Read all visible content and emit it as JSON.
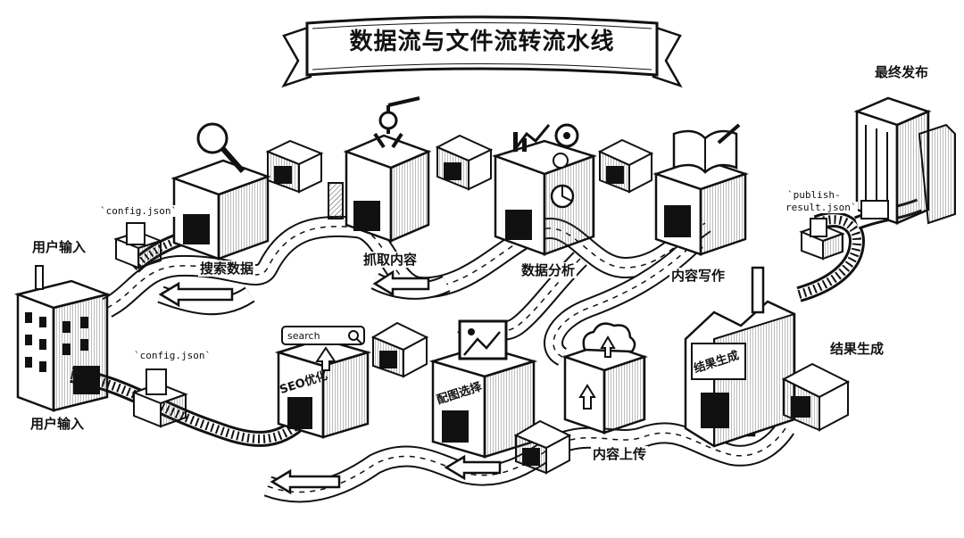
{
  "title": "数据流与文件流转流水线",
  "stages": {
    "user_input_top": "用户输入",
    "user_input_bottom": "用户输入",
    "search_data": "搜索数据",
    "fetch_content": "抓取内容",
    "data_analysis": "数据分析",
    "content_writing": "内容写作",
    "final_publish": "最终发布",
    "result_generation": "结果生成",
    "content_upload": "内容上传"
  },
  "files": {
    "config_top": "`config.json`",
    "config_bottom": "`config.json`",
    "publish_result_line1": "`publish-",
    "publish_result_line2": "result.json`"
  },
  "building_signs": {
    "seo": "SEO优化",
    "image": "配图选择",
    "result": "结果生成"
  },
  "search_box": {
    "text": "search"
  }
}
